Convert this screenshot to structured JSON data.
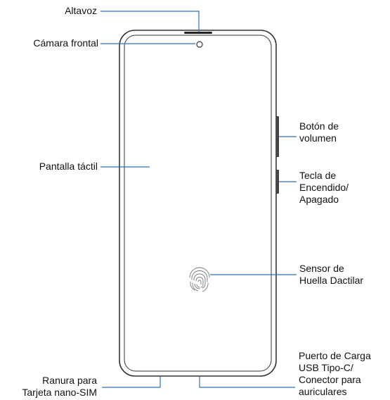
{
  "labels": {
    "speaker": "Altavoz",
    "front_camera": "Cámara frontal",
    "touchscreen": "Pantalla táctil",
    "volume_button": "Botón de\nvolumen",
    "power_key": "Tecla de\nEncendido/\nApagado",
    "fingerprint_sensor": "Sensor de\nHuella Dactilar",
    "charging_port": "Puerto de Carga\nUSB Tipo-C/\nConector para\nauriculares",
    "sim_slot": "Ranura para\nTarjeta nano-SIM"
  },
  "colors": {
    "leader_line": "#2f6fc4",
    "outline": "#333333",
    "button": "#444444"
  },
  "icons": {
    "fingerprint": "fingerprint-icon"
  }
}
